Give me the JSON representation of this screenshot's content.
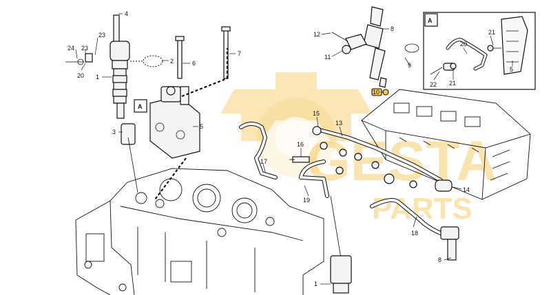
{
  "watermark": {
    "brand": "GESTA",
    "subtitle": "PARTS",
    "color": "#f0b21e"
  },
  "detail": {
    "main_marker": "A",
    "inset_marker": "A"
  },
  "callouts": {
    "c4": "4",
    "c23a": "23",
    "c24": "24",
    "c23b": "23",
    "c2": "2",
    "c1a": "1",
    "c20a": "20",
    "c6": "6",
    "c7": "7",
    "c3": "3",
    "c5a": "5",
    "c12": "12",
    "c8a": "8",
    "c11": "11",
    "c9": "9",
    "c10": "10",
    "c15": "15",
    "c13": "13",
    "c16": "16",
    "c17": "17",
    "c19": "19",
    "c14": "14",
    "c18": "18",
    "c8b": "8",
    "c1b": "1",
    "c21a": "21",
    "c20b": "20",
    "c22": "22",
    "c21b": "21",
    "c5b": "5"
  },
  "colors": {
    "highlight": "#f2c94c",
    "line": "#111111"
  }
}
